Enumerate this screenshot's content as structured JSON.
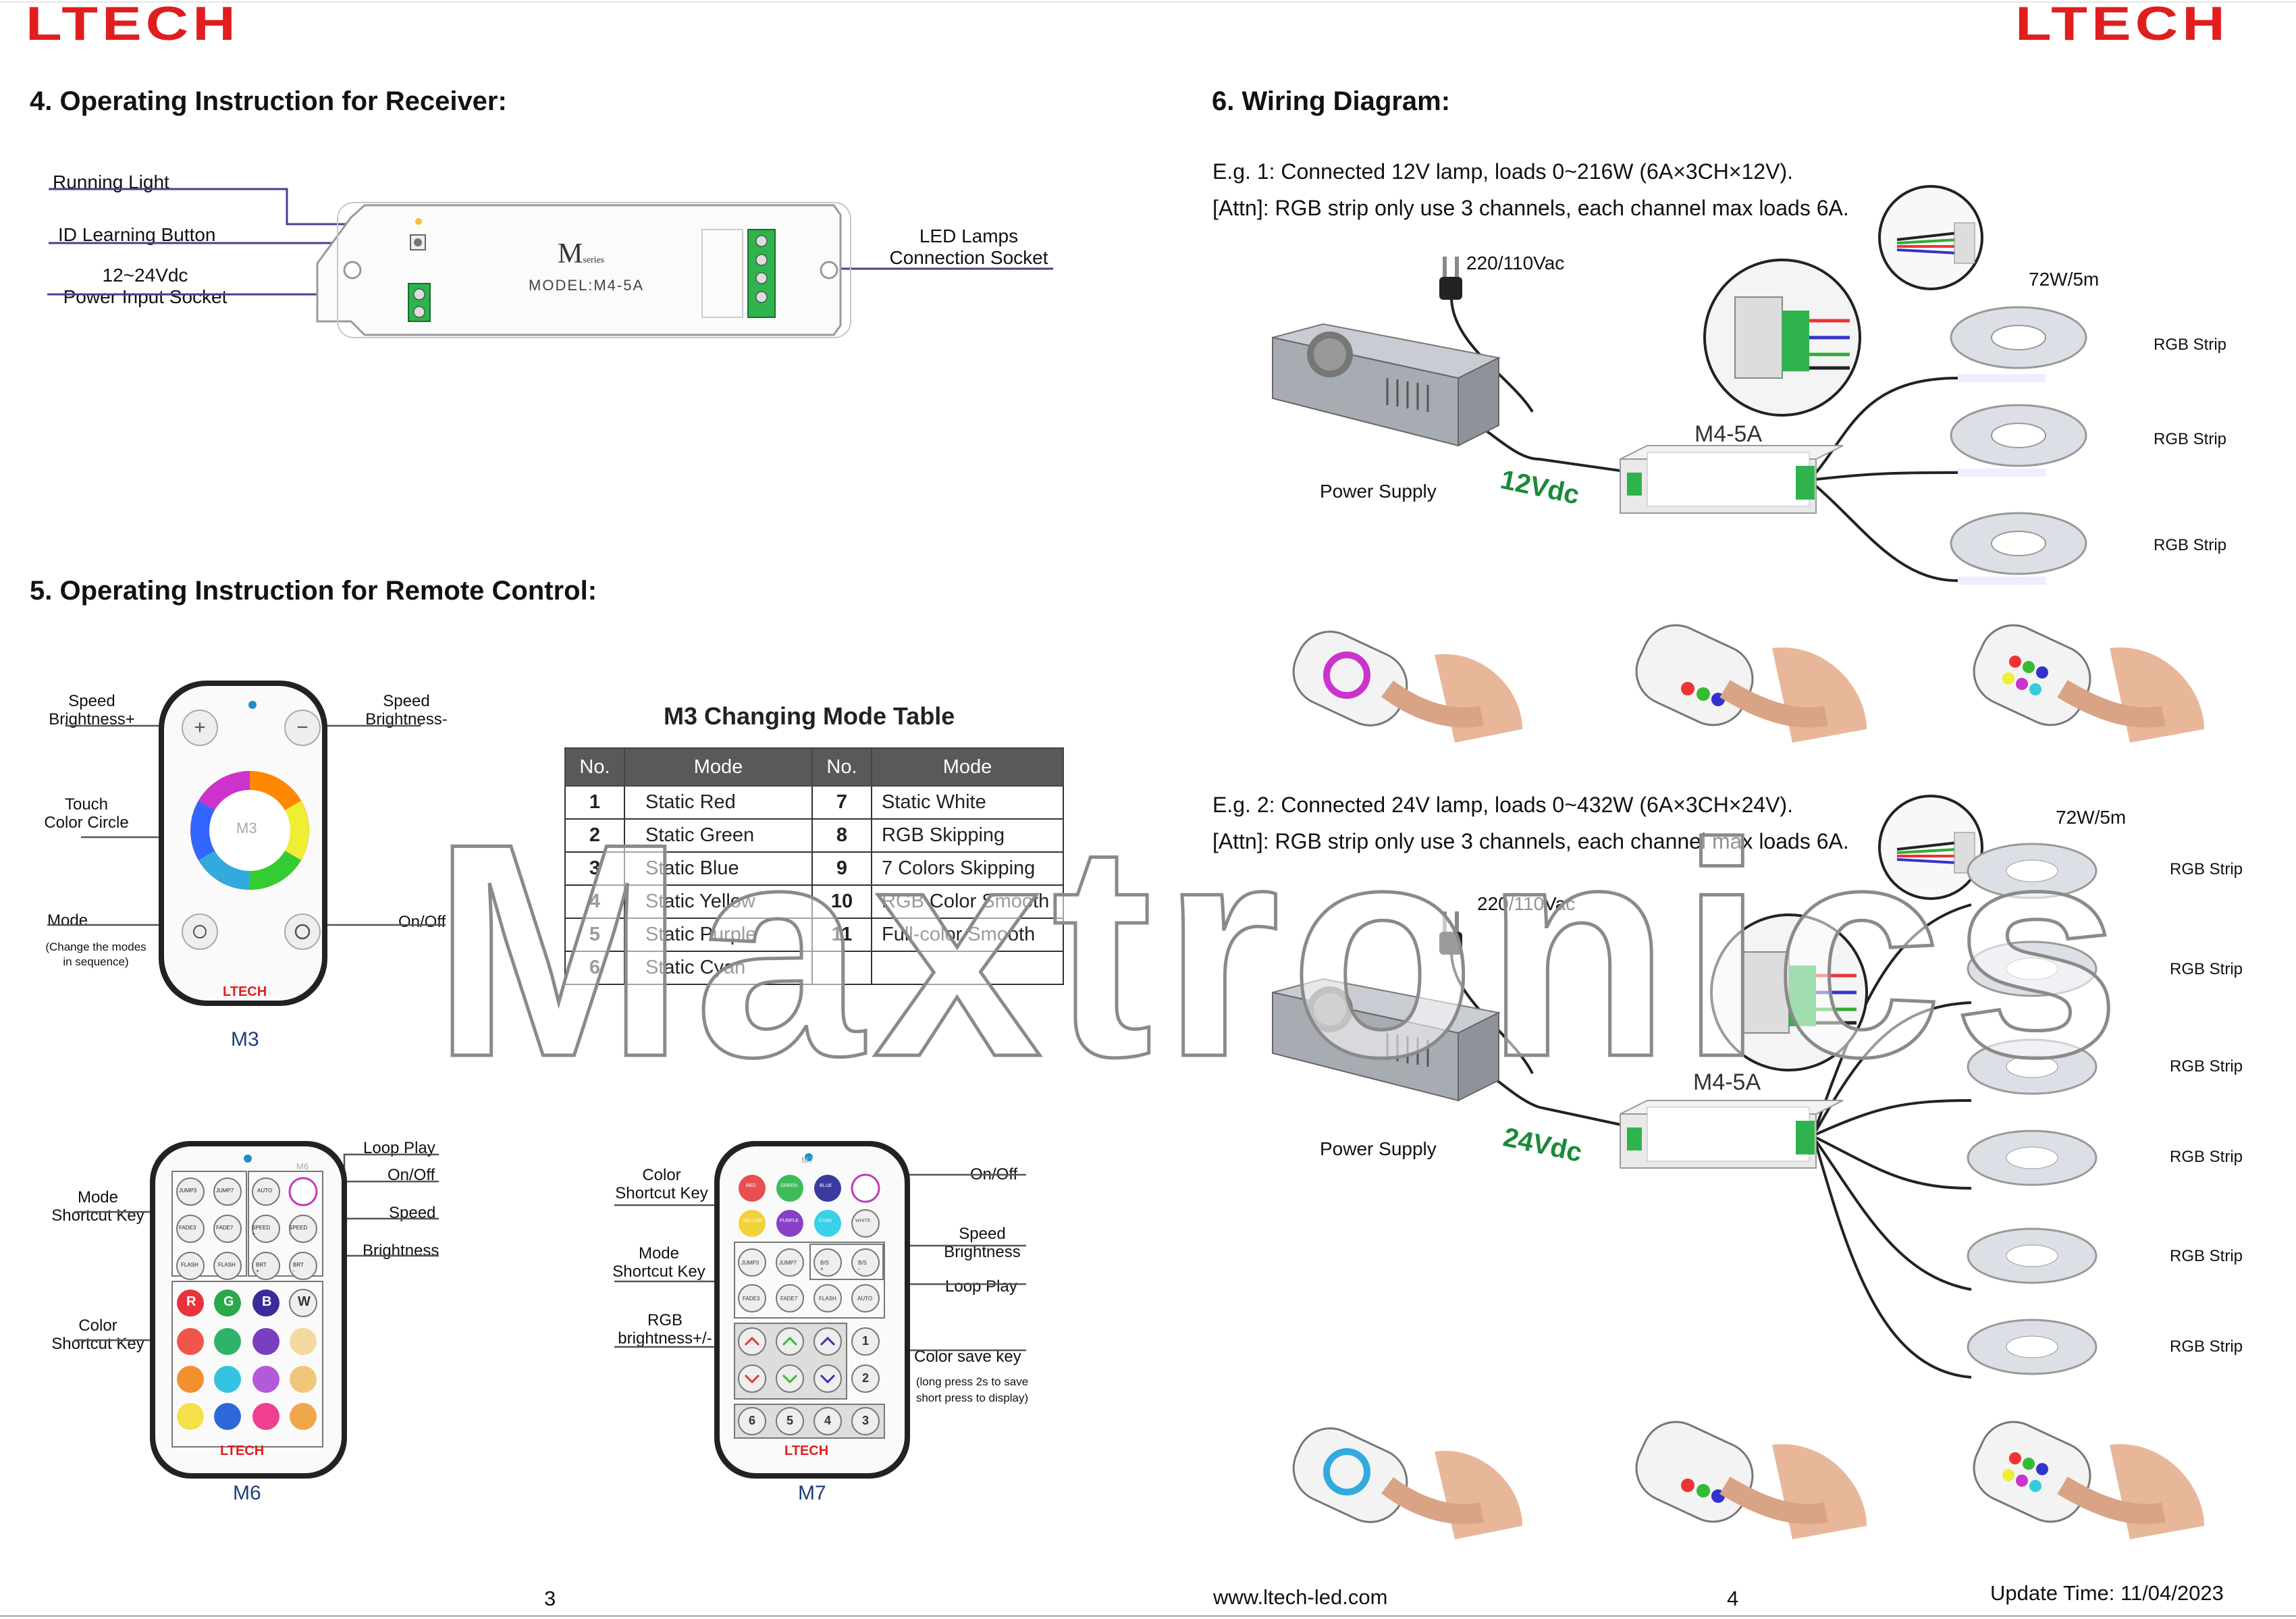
{
  "brand": {
    "logo_left": "LTECH",
    "logo_right": "LTECH",
    "accent": "#e01e1e"
  },
  "sec4": {
    "title": "4. Operating Instruction for Receiver:",
    "running_light": "Running Light",
    "id_button": "ID Learning Button",
    "power_l1": "12~24Vdc",
    "power_l2": "Power Input Socket",
    "led_l1": "LED Lamps",
    "led_l2": "Connection Socket",
    "device_series": "M",
    "device_series_sub": "series",
    "device_model": "MODEL:M4-5A"
  },
  "sec5": {
    "title": "5. Operating Instruction for Remote Control:",
    "m3": {
      "speed_plus_l1": "Speed",
      "speed_plus_l2": "Brightness+",
      "speed_minus_l1": "Speed",
      "speed_minus_l2": "Brightness-",
      "touch_l1": "Touch",
      "touch_l2": "Color Circle",
      "mode": "Mode",
      "mode_note_l1": "(Change the modes",
      "mode_note_l2": "in sequence)",
      "onoff": "On/Off",
      "ring_label": "M3",
      "brand": "LTECH",
      "caption": "M3"
    },
    "table": {
      "title": "M3 Changing Mode Table",
      "headers": [
        "No.",
        "Mode",
        "No.",
        "Mode"
      ],
      "rows": [
        [
          "1",
          "Static Red",
          "7",
          "Static White"
        ],
        [
          "2",
          "Static Green",
          "8",
          "RGB Skipping"
        ],
        [
          "3",
          "Static Blue",
          "9",
          "7 Colors Skipping"
        ],
        [
          "4",
          "Static Yellow",
          "10",
          "RGB Color Smooth"
        ],
        [
          "5",
          "Static Purple",
          "11",
          "Full-color Smooth"
        ],
        [
          "6",
          "Static Cyan",
          "",
          ""
        ]
      ]
    },
    "m6": {
      "loop": "Loop Play",
      "onoff": "On/Off",
      "speed": "Speed",
      "brightness": "Brightness",
      "mode_l1": "Mode",
      "mode_l2": "Shortcut Key",
      "color_l1": "Color",
      "color_l2": "Shortcut Key",
      "model_tag": "M6",
      "brand": "LTECH",
      "caption": "M6",
      "keys_row1": [
        "JUMP3",
        "JUMP7",
        "AUTO"
      ],
      "keys_row2": [
        "FADE3",
        "FADE7",
        "SPEED +",
        "SPEED -"
      ],
      "keys_row3": [
        "FLASH",
        "FLASH",
        "BRT +",
        "BRT -"
      ],
      "rgbw": [
        "R",
        "G",
        "B",
        "W"
      ]
    },
    "m7": {
      "color_l1": "Color",
      "color_l2": "Shortcut Key",
      "mode_l1": "Mode",
      "mode_l2": "Shortcut Key",
      "rgb_l1": "RGB",
      "rgb_l2": "brightness+/-",
      "onoff": "On/Off",
      "speed_l1": "Speed",
      "speed_l2": "Brightness",
      "loop": "Loop Play",
      "save": "Color save key",
      "save_note_l1": "(long press 2s to save",
      "save_note_l2": "short press to display)",
      "model_tag": "M7",
      "brand": "LTECH",
      "caption": "M7",
      "color_keys": [
        "RED",
        "GREEN",
        "BLUE",
        "YELLOW",
        "PURPLE",
        "CYAN",
        "WHITE"
      ],
      "mode_keys": [
        "JUMP3",
        "JUMP7",
        "B/S +",
        "B/S -",
        "FADE3",
        "FADE7",
        "FLASH",
        "AUTO"
      ],
      "num_keys": [
        "1",
        "2",
        "6",
        "5",
        "4",
        "3"
      ]
    }
  },
  "sec6": {
    "title": "6. Wiring Diagram:",
    "eg1_line1": "E.g. 1: Connected 12V lamp, loads 0~216W (6A×3CH×12V).",
    "eg1_line2": "[Attn]: RGB strip only use 3 channels, each channel max loads 6A.",
    "eg2_line1": "E.g. 2: Connected 24V lamp, loads 0~432W (6A×3CH×24V).",
    "eg2_line2": "[Attn]: RGB strip only use 3 channels, each channel max loads 6A.",
    "mains": "220/110Vac",
    "power_supply": "Power Supply",
    "controller": "M4-5A",
    "v12": "12Vdc",
    "v24": "24Vdc",
    "strip_rating": "72W/5m",
    "rgb_strip": "RGB Strip"
  },
  "watermark": "Maxtronics",
  "footer": {
    "page_left": "3",
    "url": "www.ltech-led.com",
    "page_right": "4",
    "update": "Update Time:  11/04/2023"
  }
}
